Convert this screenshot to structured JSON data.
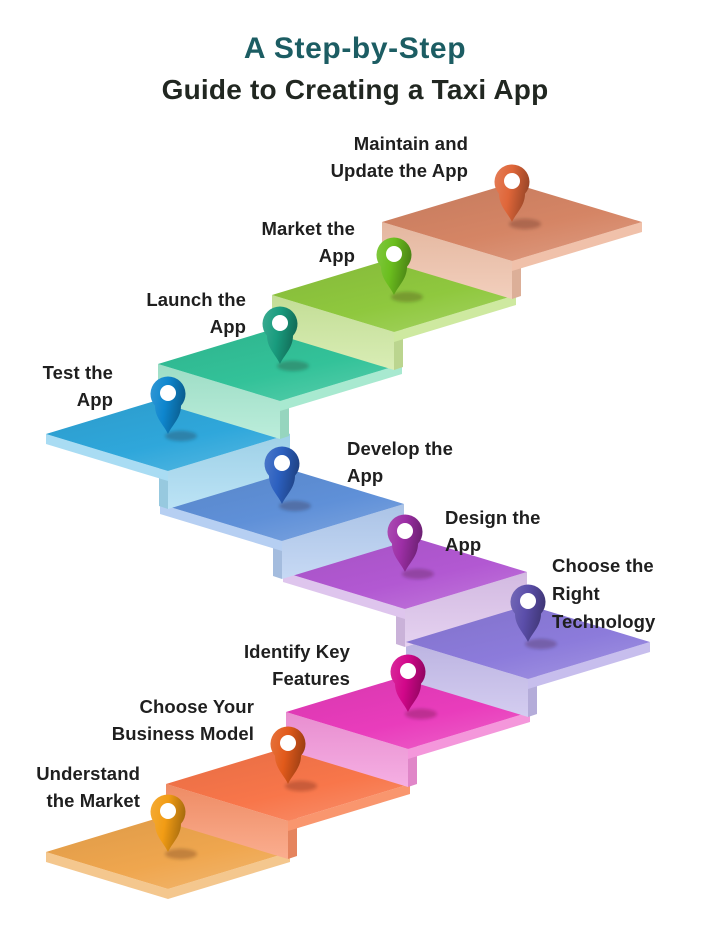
{
  "title": {
    "line1": "A Step-by-Step",
    "line2": "Guide to Creating a Taxi App"
  },
  "colors": {
    "background": "#FFFFFF",
    "title_line1": "#1C5D63",
    "title_line2": "#212721",
    "label_text": "#1F1F1F",
    "pin_hole": "#FFFFFF",
    "pin_shadow": "rgba(40,25,15,0.22)"
  },
  "steps": [
    {
      "label_lines": [
        "Understand",
        "the Market"
      ],
      "tread_color": "#EFA64E",
      "riser_color": "#F3C488",
      "pin_color": "#F29C14"
    },
    {
      "label_lines": [
        "Choose Your",
        "Business Model"
      ],
      "tread_color": "#F8764A",
      "riser_color": "#F99066",
      "pin_color": "#E25A1B"
    },
    {
      "label_lines": [
        "Identify Key",
        "Features"
      ],
      "tread_color": "#E93CBC",
      "riser_color": "#F392D9",
      "pin_color": "#D2078A"
    },
    {
      "label_lines": [
        "Choose the",
        "Right",
        "Technology"
      ],
      "tread_color": "#8C7BDB",
      "riser_color": "#C4BBEC",
      "pin_color": "#5B4EAA"
    },
    {
      "label_lines": [
        "Design the",
        "App"
      ],
      "tread_color": "#B258D2",
      "riser_color": "#DCC2EC",
      "pin_color": "#9D2FA6"
    },
    {
      "label_lines": [
        "Develop the",
        "App"
      ],
      "tread_color": "#5F90D8",
      "riser_color": "#B2CCF1",
      "pin_color": "#2C60C0"
    },
    {
      "label_lines": [
        "Test the",
        "App"
      ],
      "tread_color": "#2FA7DB",
      "riser_color": "#A4DAF2",
      "pin_color": "#0E86CE"
    },
    {
      "label_lines": [
        "Launch the",
        "App"
      ],
      "tread_color": "#33C299",
      "riser_color": "#A3E8CE",
      "pin_color": "#199C7E"
    },
    {
      "label_lines": [
        "Market the",
        "App"
      ],
      "tread_color": "#8FC83E",
      "riser_color": "#CBE89B",
      "pin_color": "#6BBE1E"
    },
    {
      "label_lines": [
        "Maintain and",
        "Update the App"
      ],
      "tread_color": "#D58565",
      "riser_color": "#EFBEA5",
      "pin_color": "#DF6639"
    }
  ]
}
